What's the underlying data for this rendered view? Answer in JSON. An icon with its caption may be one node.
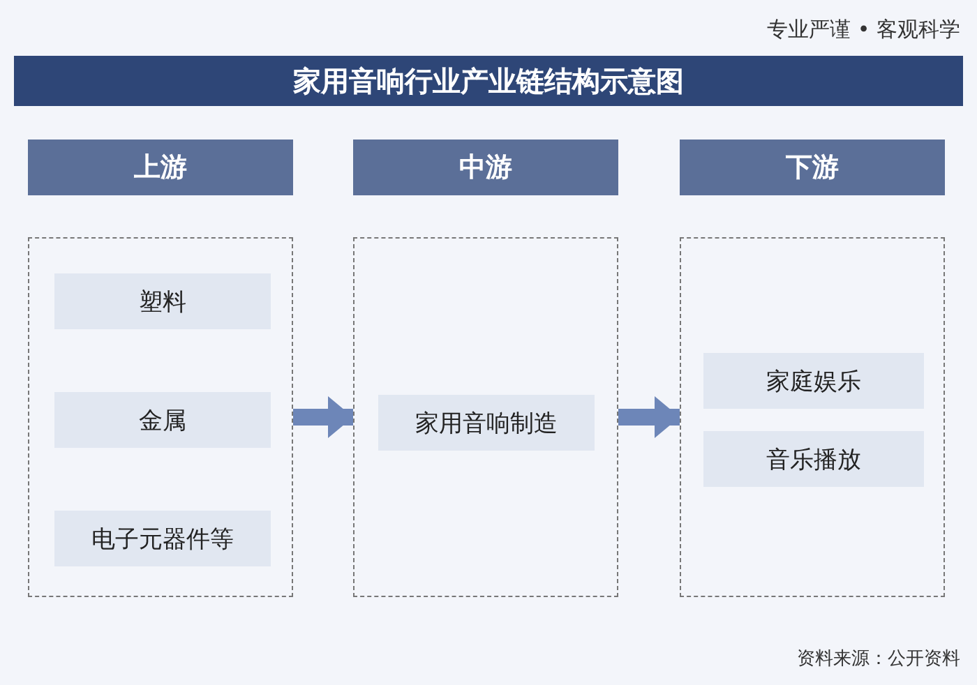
{
  "diagram": {
    "title": "家用音响行业产业链结构示意图",
    "nodes": [
      {
        "text": [
          "上游"
        ]
      },
      {
        "text": [],
        "shape": "box"
      },
      {
        "text": [
          "塑料"
        ],
        "in": 1
      },
      {
        "text": [
          "金属"
        ],
        "in": 1
      },
      {
        "text": [
          "电子元器件等"
        ],
        "in": 1
      },
      {
        "text": [
          "中游"
        ]
      },
      {
        "text": [],
        "shape": "box"
      },
      {
        "text": [
          "家用音响制造"
        ],
        "in": 6
      },
      {
        "text": [
          "下游"
        ]
      },
      {
        "text": [],
        "shape": "box"
      },
      {
        "text": [
          "家庭娱乐"
        ],
        "in": 9
      },
      {
        "text": [
          "音乐播放"
        ],
        "in": 9
      }
    ],
    "edges": [
      {
        "from": 1,
        "to": 6,
        "arrow": "to"
      },
      {
        "from": 6,
        "to": 9,
        "arrow": "to"
      }
    ],
    "labels": [
      "专业严谨 • 客观科学",
      "资料来源：公开资料"
    ]
  }
}
